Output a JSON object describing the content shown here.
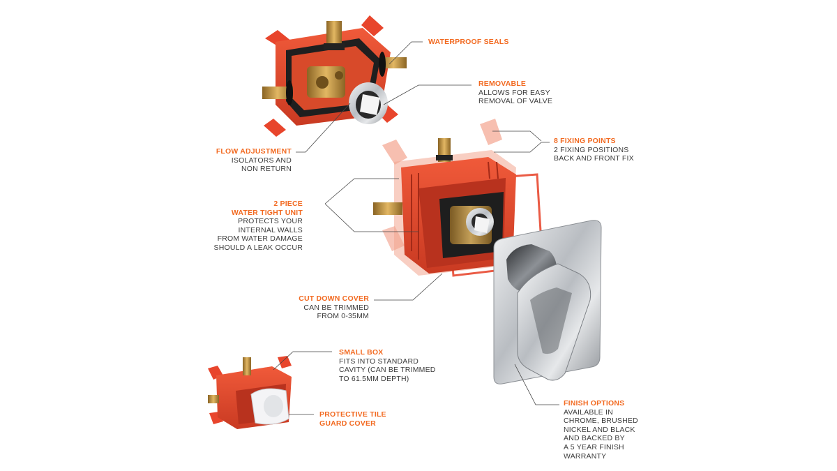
{
  "colors": {
    "accent": "#f26a21",
    "text": "#3b3b3b",
    "leader": "#444444",
    "box_red": "#e8452c",
    "brass": "#b88a3a",
    "chrome": "#9a9ea3"
  },
  "callouts": {
    "waterproof_seals": {
      "title": "WATERPROOF SEALS",
      "body": ""
    },
    "removable": {
      "title": "REMOVABLE",
      "body": "ALLOWS FOR EASY\nREMOVAL OF VALVE"
    },
    "fixing_points": {
      "title": "8 FIXING POINTS",
      "body": "2 FIXING POSITIONS\nBACK AND FRONT FIX"
    },
    "flow_adjustment": {
      "title": "FLOW ADJUSTMENT",
      "body": "ISOLATORS AND\nNON RETURN"
    },
    "two_piece": {
      "title": "2 PIECE\nWATER TIGHT UNIT",
      "body": "PROTECTS YOUR\nINTERNAL WALLS\nFROM WATER DAMAGE\nSHOULD A LEAK OCCUR"
    },
    "cut_down_cover": {
      "title": "CUT DOWN COVER",
      "body": "CAN BE TRIMMED\nFROM 0-35MM"
    },
    "small_box": {
      "title": "SMALL BOX",
      "body": "FITS INTO STANDARD\nCAVITY (CAN BE TRIMMED\nTO 61.5MM DEPTH)"
    },
    "tile_guard": {
      "title": "PROTECTIVE TILE\nGUARD COVER",
      "body": ""
    },
    "finish_options": {
      "title": "FINISH OPTIONS",
      "body": "AVAILABLE IN\nCHROME, BRUSHED\nNICKEL AND BLACK\nAND BACKED BY\nA 5 YEAR FINISH\nWARRANTY"
    }
  }
}
